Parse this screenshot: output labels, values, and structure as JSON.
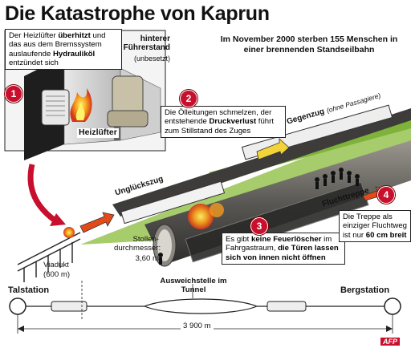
{
  "title": "Die Katastrophe von Kaprun",
  "subtitle": "Im November 2000 sterben 155 Menschen in einer brennenden Standseilbahn",
  "callouts": {
    "c1": {
      "number": "1",
      "text_a": "Der Heizlüfter ",
      "bold_a": "überhitzt",
      "text_b": " und das aus dem Bremssystem auslaufende ",
      "bold_b": "Hydrauliköl",
      "text_c": " entzündet sich"
    },
    "c2": {
      "number": "2",
      "text_a": "Die Ölleitungen schmelzen, der entstehende ",
      "bold_a": "Druckverlust",
      "text_b": " führt zum Stillstand des Zuges"
    },
    "c3": {
      "number": "3",
      "text_a": "Es gibt ",
      "bold_a": "keine Feuerlöscher",
      "text_b": " im Fahrgastraum, ",
      "bold_b": "die Türen lassen sich von innen nicht öffnen"
    },
    "c4": {
      "number": "4",
      "text_a": "Die Treppe als einziger Fluchtweg ist nur ",
      "bold_a": "60 cm breit"
    }
  },
  "labels": {
    "heater": "Heizlüfter",
    "rear_cab": "hinterer Führerstand",
    "rear_cab_note": "(unbesetzt)",
    "counter_train": "Gegenzug",
    "counter_train_note": "(ohne Passagiere)",
    "accident_train": "Unglückszug",
    "escape_stairs": "Fluchttreppe",
    "tunnel_diameter": "Stollen-durchmesser:",
    "tunnel_diameter_value": "3,60 m",
    "viaduct": "Viadukt",
    "viaduct_length": "(600 m)",
    "passing_point": "Ausweichstelle im Tunnel",
    "valley_station": "Talstation",
    "mountain_station": "Bergstation",
    "total_length": "3 900 m",
    "agency": "AFP"
  },
  "colors": {
    "badge": "#c8102e",
    "tunnel_outer": "#7a7670",
    "tunnel_inner": "#3d3c3a",
    "grass": "#7fb23a",
    "arrow_red": "#c8102e",
    "arrow_yellow": "#f2d33a",
    "fire": "#f39a1e",
    "train_body": "#f2f2f2"
  },
  "icons": [
    "fire-icon",
    "person-icon",
    "arrow-icon"
  ]
}
